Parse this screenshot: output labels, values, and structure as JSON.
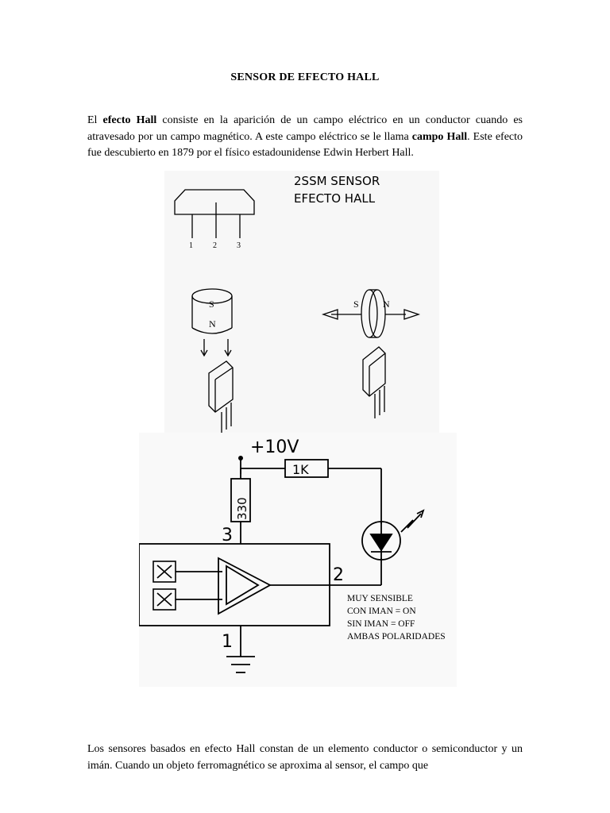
{
  "document": {
    "title": "SENSOR DE EFECTO HALL",
    "intro": {
      "t1": "El ",
      "b1": "efecto Hall",
      "t2": " consiste en la aparición de un campo eléctrico en un conductor cuando es atravesado por un campo magnético. A este campo eléctrico se le llama ",
      "b2": "campo Hall",
      "t3": ". Este efecto fue descubierto en 1879 por el físico estadounidense Edwin Herbert Hall."
    },
    "closing": "Los sensores basados en efecto Hall constan de un elemento conductor o semiconductor y un imán. Cuando un objeto ferromagnético se aproxima al sensor, el campo que"
  },
  "figure": {
    "title_line1": "2SSM SENSOR",
    "title_line2": "EFECTO HALL",
    "pins": [
      "1",
      "2",
      "3"
    ],
    "magnet_left": {
      "top_pole": "S",
      "bottom_pole": "N"
    },
    "magnet_right": {
      "left_pole": "S",
      "right_pole": "N"
    },
    "supply": "+10V",
    "resistor_top": "1K",
    "resistor_side": "330",
    "terminal_3": "3",
    "terminal_2": "2",
    "terminal_1": "1",
    "notes": [
      "MUY SENSIBLE",
      "CON IMAN = ON",
      "SIN IMAN = OFF",
      "AMBAS POLARIDADES"
    ]
  }
}
